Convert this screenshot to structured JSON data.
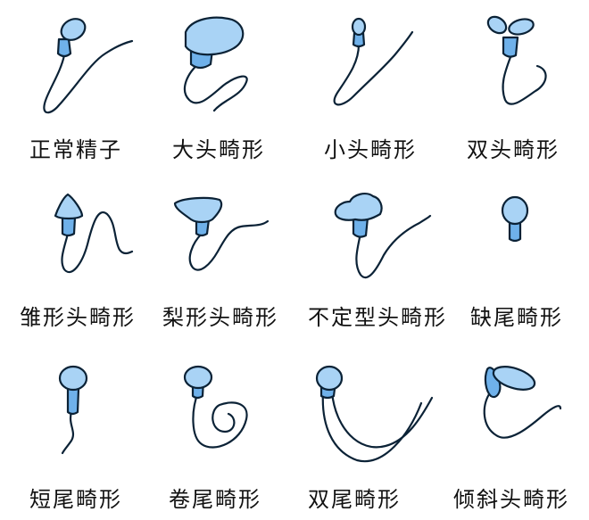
{
  "colors": {
    "head_fill": "#A9D3F5",
    "head_shade": "#6FB1EA",
    "outline": "#0B2236",
    "text": "#111111"
  },
  "items": [
    {
      "label": "正常精子",
      "icon": "normal-sperm-icon"
    },
    {
      "label": "大头畸形",
      "icon": "large-head-sperm-icon"
    },
    {
      "label": "小头畸形",
      "icon": "small-head-sperm-icon"
    },
    {
      "label": "双头畸形",
      "icon": "double-head-sperm-icon"
    },
    {
      "label": "雏形头畸形",
      "icon": "cone-head-sperm-icon"
    },
    {
      "label": "梨形头畸形",
      "icon": "pear-head-sperm-icon"
    },
    {
      "label": "不定型头畸形",
      "icon": "amorphous-head-sperm-icon"
    },
    {
      "label": "缺尾畸形",
      "icon": "tailless-sperm-icon"
    },
    {
      "label": "短尾畸形",
      "icon": "short-tail-sperm-icon"
    },
    {
      "label": "卷尾畸形",
      "icon": "coiled-tail-sperm-icon"
    },
    {
      "label": "双尾畸形",
      "icon": "double-tail-sperm-icon"
    },
    {
      "label": "倾斜头畸形",
      "icon": "tilted-head-sperm-icon"
    }
  ]
}
